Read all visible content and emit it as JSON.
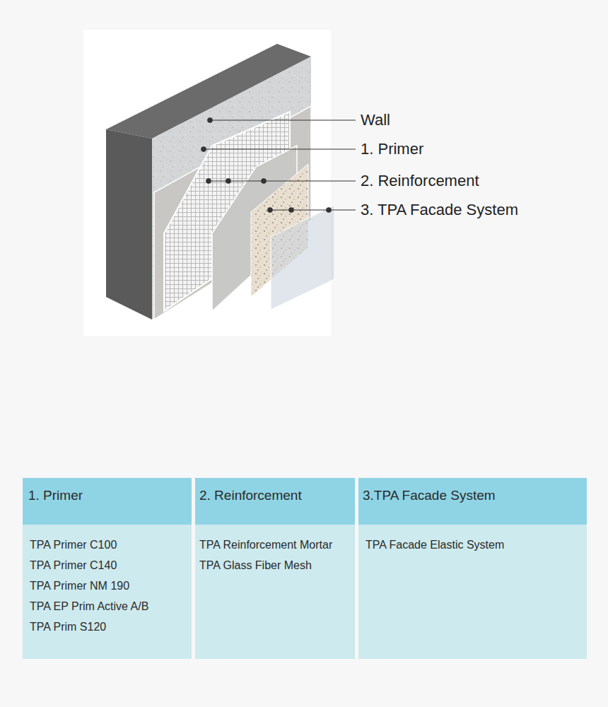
{
  "diagram": {
    "nodes": [
      {
        "text": [
          "1. Primer"
        ]
      },
      {
        "text": [
          "2. Reinforcement"
        ]
      },
      {
        "text": [
          "3.TPA Facade System"
        ]
      },
      {
        "text": [
          "TPA Primer C100",
          "TPA Primer C140",
          "TPA Primer NM 190",
          "TPA EP Prim Active A/B",
          "TPA Prim S120"
        ]
      },
      {
        "text": [
          "TPA Reinforcement Mortar",
          "TPA Glass Fiber Mesh"
        ]
      },
      {
        "text": [
          "TPA Facade Elastic System"
        ]
      }
    ],
    "labels": [
      "Wall",
      "1. Primer",
      "2. Reinforcement",
      "3. TPA Facade System"
    ]
  }
}
